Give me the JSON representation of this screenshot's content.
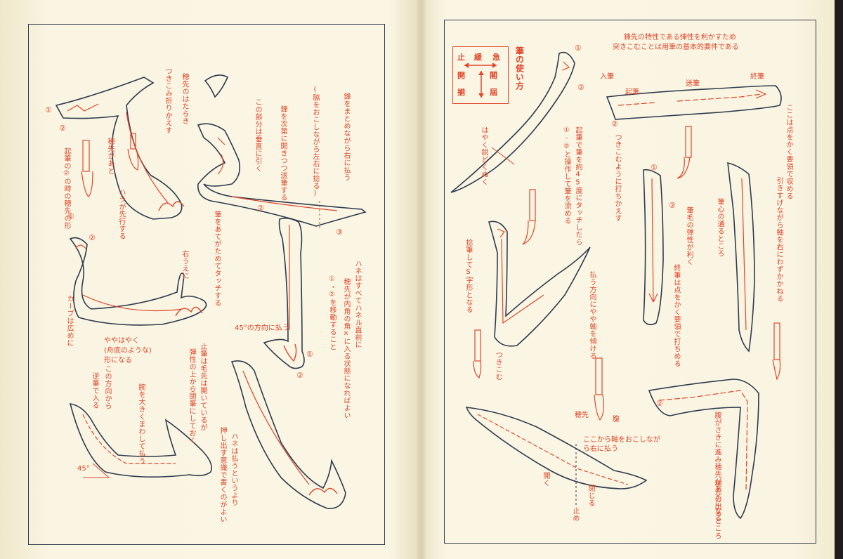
{
  "left_page": {
    "annotations": {
      "tip_gather": "穂先のはたらき",
      "fold_back": "つきこみ折りかえす",
      "brush_pos": "起筆の②の時の穂先の形",
      "tip_after": "穂先があと",
      "belly_strike": "ハラが先行する",
      "gather_tip": "鋒をまとめながら右に払う",
      "side_turn": "(脇をおこしながら左右に捻る)",
      "pull_gradually": "鋒を次第に開きつつ送筆する",
      "this_part": "この部分は垂直に引く",
      "press_touch": "筆をあてがためてタッチする",
      "to_right": "右うえに",
      "curve_wide": "カーブは広めに",
      "quick": "ややはやく",
      "like_hawk": "(舟底のような)",
      "shape": "形になる",
      "hane_note1": "ハネはすべてハネル直前に",
      "hane_note2": "穂先が内角の角×に入る状態になればよい",
      "move_1_2": "①・②を移動すること",
      "stop_tip": "止筆は毛先は開いているが",
      "spring_above": "弾性の上から閉筆にしておく",
      "from_this_dir": "この方向から",
      "enter_back": "逆筆で入る",
      "big_wrist": "腕を大きくまわして払う",
      "hane_push1": "ハネは払うというより",
      "hane_push2": "押し出す意識で書くのがよい",
      "dir45": "45°の方向に払う",
      "angle45": "45°"
    }
  },
  "right_page": {
    "top_note1": "鋒先の特性である弾性を利かすため",
    "top_note2": "突きこむことは用筆の基本的要件である",
    "legend_title": "筆の使い方",
    "legend": {
      "stop": "止",
      "slow": "緩",
      "fast": "急",
      "open": "開",
      "close": "揃",
      "open2": "閣",
      "reach": "屆"
    },
    "annotations": {
      "quick_sharp": "はやく鋭どくぬく",
      "start_touch1": "起筆で筆を約45度にタッチしたら",
      "start_touch2": "①-②と操作して筆を流める",
      "tsukikomu": "つきこむように打ちかえす",
      "entry": "入筆",
      "start": "起筆",
      "send": "送筆",
      "end": "終筆",
      "gather_end": "ここは点をかく要領で収める",
      "pull_right": "引きすげながら軸を右にわずかかねる",
      "core_route": "筆心の通るところ",
      "spring_works": "筆毛の弾性が利く",
      "end_stroke": "終筆は点をかく要領で打ちめる",
      "twist_s": "捻筆してS字形となる",
      "pull_dir": "払う方向にやや軸を傾ける",
      "tsukikomu2": "つきこむ",
      "tip": "穂先",
      "belly": "腹",
      "from_here": "ここから軸をおこしながら右に払う",
      "open_lbl": "開く",
      "close_lbl": "閉じる",
      "stop_lbl": "止め",
      "belly_first": "腹がさきに進み穂先があとになる",
      "tip_out": "穂先の出るところ"
    }
  },
  "colors": {
    "ink": "#2e3a4e",
    "accent": "#e0452a",
    "paper": "#fbf6e4"
  }
}
